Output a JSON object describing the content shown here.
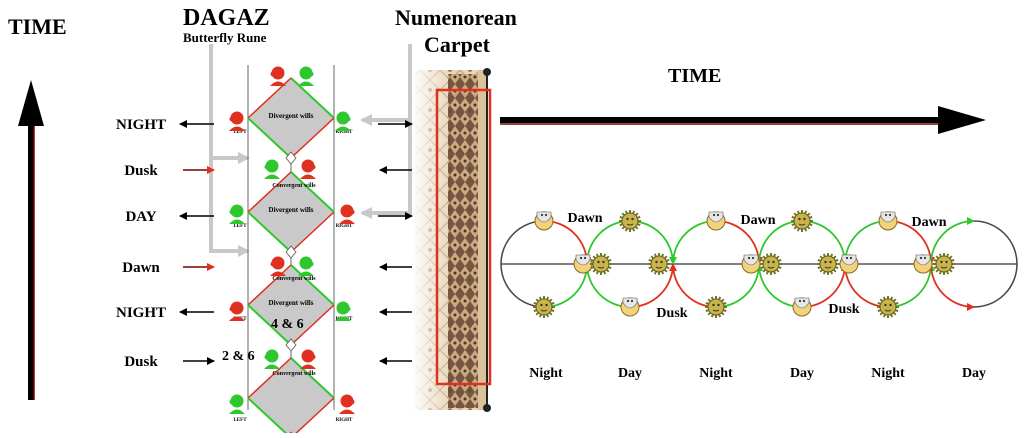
{
  "left_axis": {
    "title": "TIME"
  },
  "dagaz": {
    "title": "DAGAZ",
    "subtitle": "Butterfly Rune",
    "row_labels": [
      "NIGHT",
      "Dusk",
      "DAY",
      "Dawn",
      "NIGHT",
      "Dusk"
    ],
    "diamond_label_divergent": "Divergent wills",
    "diamond_label_convergent": "Convergent wills",
    "side_left": "LEFT",
    "side_right": "RIGHT",
    "annotation_46": "4 & 6",
    "annotation_26": "2 & 6"
  },
  "carpet": {
    "title_line1": "Numenorean",
    "title_line2": "Carpet"
  },
  "time_axis": {
    "title": "TIME"
  },
  "cycle": {
    "top_labels": [
      "Dawn",
      "Dawn",
      "Dawn"
    ],
    "bottom_labels": [
      "Dusk",
      "Dusk"
    ],
    "phase_labels": [
      "Night",
      "Day",
      "Night",
      "Day",
      "Night",
      "Day"
    ]
  },
  "colors": {
    "accent_red": "#e03020",
    "accent_green": "#2ec82e",
    "diamond_fill": "#c9c9c9",
    "dark_red": "#7a0000",
    "carpet_tan": "#d4b48a",
    "carpet_dark": "#5a3a2a"
  }
}
